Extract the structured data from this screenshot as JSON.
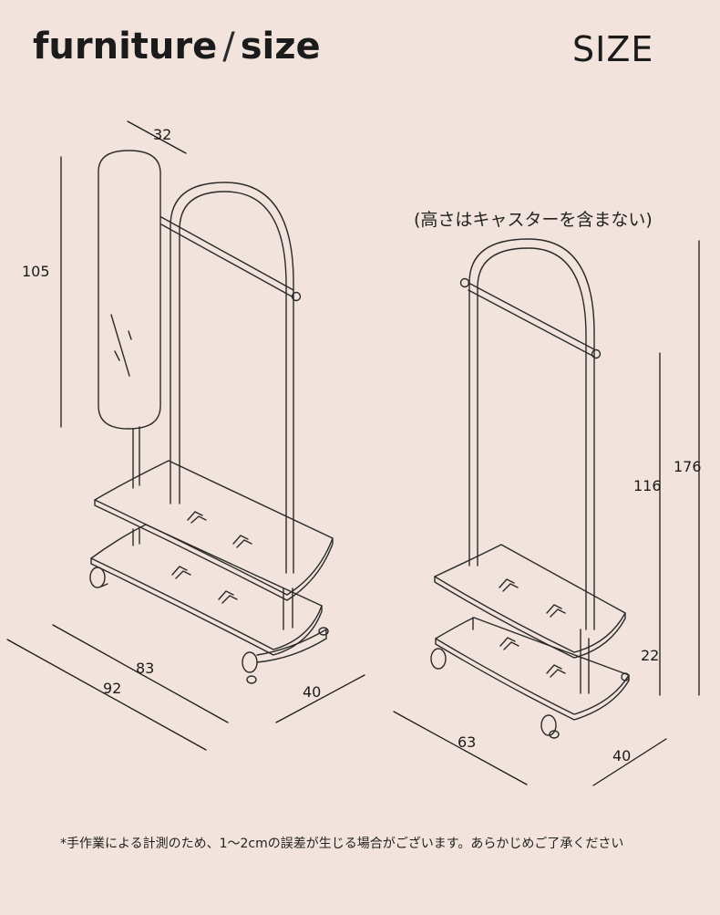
{
  "header": {
    "title_main": "furniture",
    "title_slash": "/",
    "title_sub": "size",
    "size_label": "SIZE"
  },
  "note": "(高さはキャスターを含まない)",
  "left_rack": {
    "mirror_width": "32",
    "mirror_height": "105",
    "total_width": "92",
    "shelf_width": "83",
    "depth": "40"
  },
  "right_rack": {
    "total_height": "176",
    "upper_height": "116",
    "shelf_height": "22",
    "width": "63",
    "depth": "40"
  },
  "footnote": "*手作業による計測のため、1～2cmの誤差が生じる場合がございます。あらかじめご了承ください"
}
